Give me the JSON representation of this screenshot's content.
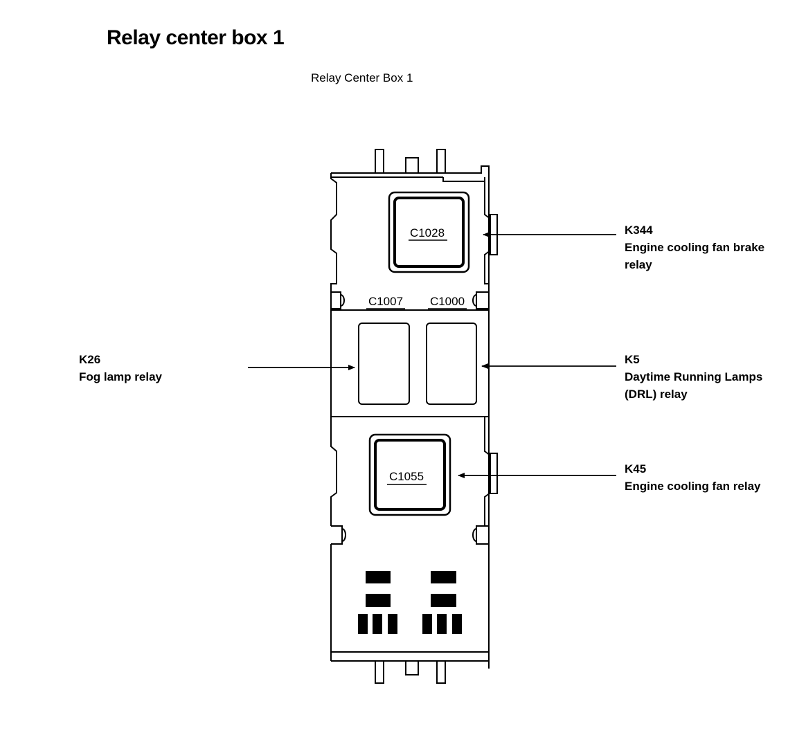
{
  "title": "Relay center box 1",
  "caption": "Relay Center Box 1",
  "connectors": {
    "c1028": "C1028",
    "c1007": "C1007",
    "c1000": "C1000",
    "c1055": "C1055"
  },
  "callouts": {
    "k344": {
      "code": "K344",
      "line1": "Engine cooling fan brake",
      "line2": "relay"
    },
    "k26": {
      "code": "K26",
      "line1": "Fog lamp relay"
    },
    "k5": {
      "code": "K5",
      "line1": "Daytime Running Lamps",
      "line2": "(DRL) relay"
    },
    "k45": {
      "code": "K45",
      "line1": "Engine cooling fan relay"
    }
  }
}
